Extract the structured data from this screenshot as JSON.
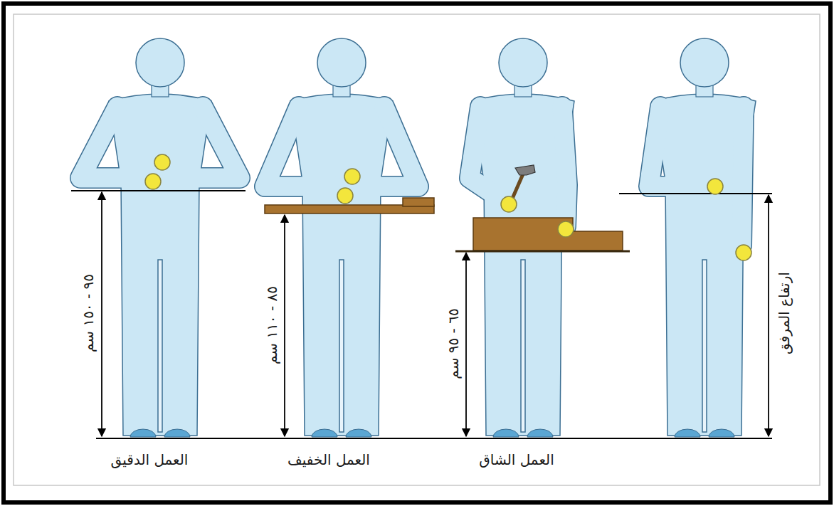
{
  "diagram": {
    "labels": [
      "٩٥ - ١٥٠ سم",
      "العمل الدقيق",
      "٨٥ - ١١٠ سم",
      "العمل الخفيف",
      "٦٥ - ٩٥ سم",
      "العمل الشاق",
      "ارتفاع المرفق"
    ]
  }
}
